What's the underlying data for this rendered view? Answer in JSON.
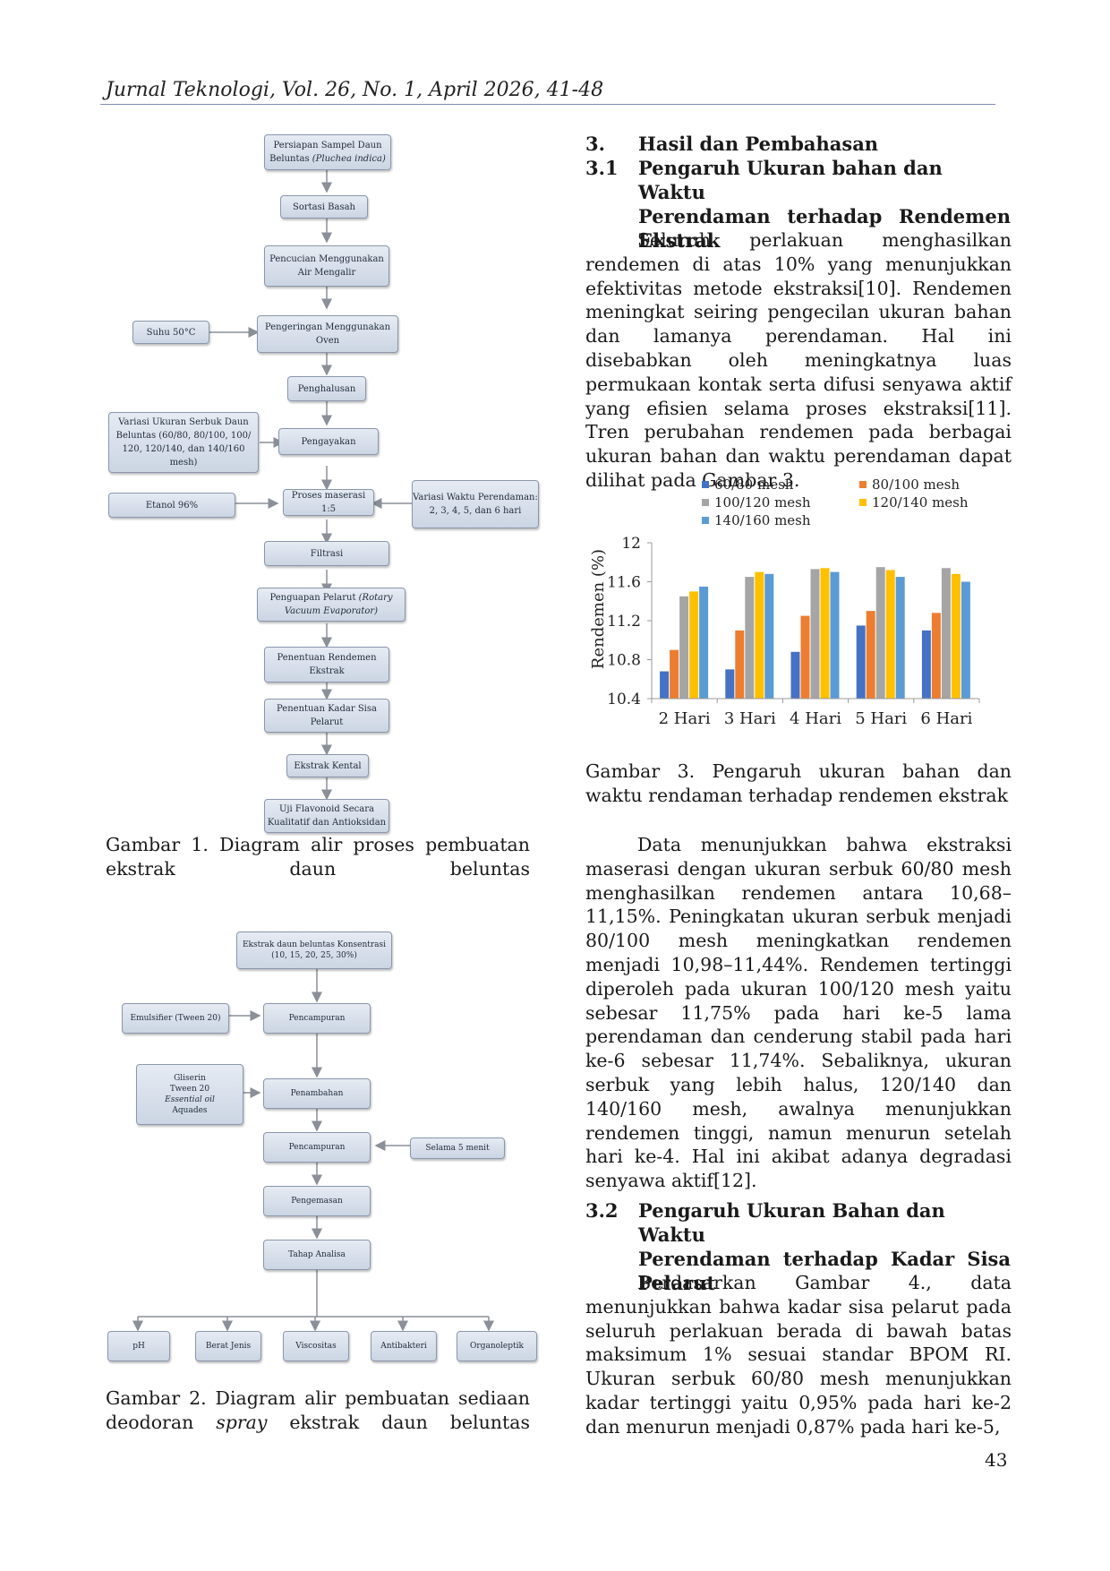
{
  "header": {
    "journal": "Jurnal Teknologi, Vol. 26, No. 1, April 2026, 41-48"
  },
  "page_number": "43",
  "figure1": {
    "caption": "Gambar 1. Diagram alir proses pembuatan ekstrak daun beluntas",
    "steps": [
      "Persiapan Sampel Daun Beluntas (Pluchea indica)",
      "Sortasi Basah",
      "Pencucian Menggunakan Air Mengalir",
      "Pengeringan Menggunakan Oven",
      "Penghalusan",
      "Pengayakan",
      "Proses maserasi 1:5",
      "Filtrasi",
      "Penguapan Pelarut (Rotary Vacuum Evaporator)",
      "Penentuan Rendemen Ekstrak",
      "Penentuan Kadar Sisa Pelarut",
      "Ekstrak Kental",
      "Uji Flavonoid Secara Kualitatif dan Antioksidan"
    ],
    "side_inputs": {
      "suhu": "Suhu 50°C",
      "variasi_ukuran": "Variasi Ukuran Serbuk Daun Beluntas (60/80, 80/100, 100/ 120, 120/140, dan 140/160 mesh)",
      "etanol": "Etanol 96%",
      "variasi_waktu": "Variasi Waktu Perendaman: 2, 3, 4, 5, dan 6 hari"
    }
  },
  "figure2": {
    "caption_pre": "Gambar 2. Diagram alir pembuatan sediaan deodoran ",
    "caption_italic": "spray",
    "caption_post": " ekstrak daun beluntas",
    "steps": {
      "start": "Ekstrak daun beluntas Konsentrasi (10, 15, 20, 25, 30%)",
      "mix1": "Pencampuran",
      "add": "Penambahan",
      "mix2": "Pencampuran",
      "pack": "Pengemasan",
      "analysis": "Tahap Analisa"
    },
    "side": {
      "emulsifier": "Emulsifier (Tween 20)",
      "ingredients": [
        "Gliserin",
        "Tween 20",
        "Essential oil",
        "Aquades"
      ],
      "time": "Selama 5 menit"
    },
    "tests": [
      "pH",
      "Berat Jenis",
      "Viscositas",
      "Antibakteri",
      "Organoleptik"
    ]
  },
  "section3": {
    "num": "3.",
    "title": "Hasil dan Pembahasan",
    "sub1_num": "3.1",
    "sub1_title_lines": [
      "Pengaruh Ukuran bahan dan Waktu",
      "Perendaman terhadap Rendemen",
      "Ekstrak"
    ],
    "para1": "Seluruh perlakuan menghasilkan rendemen di atas 10% yang menunjukkan efektivitas metode ekstraksi[10]. Rendemen meningkat seiring pengecilan ukuran bahan dan lamanya perendaman. Hal ini disebabkan oleh meningkatnya luas permukaan kontak serta difusi senyawa aktif yang efisien selama proses ekstraksi[11]. Tren perubahan rendemen pada berbagai ukuran bahan dan waktu perendaman dapat dilihat pada Gambar 3.",
    "fig3_caption": "Gambar 3. Pengaruh ukuran bahan dan waktu rendaman terhadap rendemen ekstrak",
    "para2": "Data menunjukkan bahwa ekstraksi maserasi dengan ukuran serbuk 60/80 mesh menghasilkan rendemen antara 10,68–11,15%. Peningkatan ukuran serbuk menjadi 80/100 mesh meningkatkan rendemen menjadi 10,98–11,44%. Rendemen tertinggi diperoleh pada ukuran 100/120 mesh yaitu sebesar 11,75% pada hari ke-5 lama perendaman dan cenderung stabil pada hari ke-6 sebesar 11,74%. Sebaliknya, ukuran serbuk yang lebih halus, 120/140 dan 140/160 mesh, awalnya menunjukkan rendemen tinggi, namun menurun setelah hari ke-4. Hal ini akibat adanya degradasi senyawa aktif[12].",
    "sub2_num": "3.2",
    "sub2_title_lines": [
      "Pengaruh Ukuran Bahan dan Waktu",
      "Perendaman terhadap Kadar Sisa",
      "Pelarut"
    ],
    "para3": "Berdasarkan Gambar 4., data menunjukkan bahwa kadar sisa pelarut pada seluruh perlakuan berada di bawah batas maksimum 1% sesuai standar BPOM RI. Ukuran serbuk 60/80 mesh menunjukkan kadar tertinggi yaitu 0,95% pada hari ke-2 dan menurun menjadi 0,87% pada hari ke-5,"
  },
  "chart_data": {
    "type": "bar",
    "categories": [
      "2 Hari",
      "3 Hari",
      "4 Hari",
      "5 Hari",
      "6 Hari"
    ],
    "series": [
      {
        "name": "60/80 mesh",
        "color": "#4472c4",
        "values": [
          10.68,
          10.7,
          10.88,
          11.15,
          11.1
        ]
      },
      {
        "name": "80/100 mesh",
        "color": "#ed7d31",
        "values": [
          10.9,
          11.1,
          11.25,
          11.3,
          11.28
        ]
      },
      {
        "name": "100/120 mesh",
        "color": "#a5a5a5",
        "values": [
          11.45,
          11.65,
          11.73,
          11.75,
          11.74
        ]
      },
      {
        "name": "120/140 mesh",
        "color": "#ffc000",
        "values": [
          11.5,
          11.7,
          11.74,
          11.72,
          11.68
        ]
      },
      {
        "name": "140/160 mesh",
        "color": "#5b9bd5",
        "values": [
          11.55,
          11.68,
          11.7,
          11.65,
          11.6
        ]
      }
    ],
    "ylabel": "Rendemen (%)",
    "ylim": [
      10.4,
      12
    ],
    "yticks": [
      "10.4",
      "10.8",
      "11.2",
      "11.6",
      "12"
    ],
    "legend": "top"
  }
}
